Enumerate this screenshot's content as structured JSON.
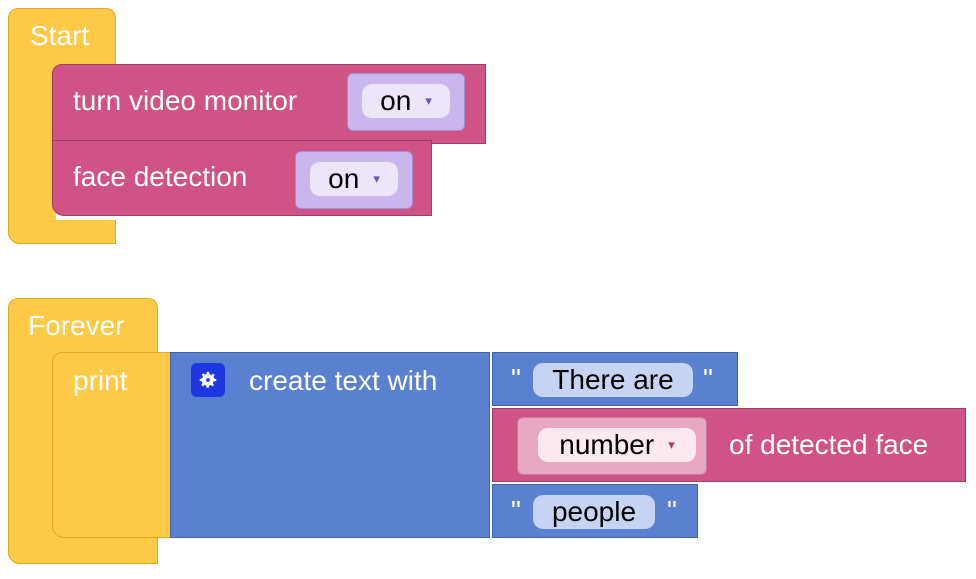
{
  "start_block": {
    "label": "Start",
    "statements": [
      {
        "label": "turn video monitor",
        "dropdown": {
          "value": "on",
          "arrow": "▾"
        }
      },
      {
        "label": "face detection",
        "dropdown": {
          "value": "on",
          "arrow": "▾"
        }
      }
    ]
  },
  "forever_block": {
    "label": "Forever",
    "print": {
      "label": "print",
      "create_text": {
        "label": "create text with",
        "gear_icon": "gear-icon",
        "items": [
          {
            "type": "text",
            "open_quote": "\"",
            "value": "There are",
            "close_quote": "\""
          },
          {
            "type": "number",
            "dropdown": {
              "value": "number",
              "arrow": "▾"
            },
            "suffix": "of detected face"
          },
          {
            "type": "text",
            "open_quote": "\"",
            "value": "people",
            "close_quote": "\""
          }
        ]
      }
    }
  },
  "colors": {
    "event_yellow": "#ffca47",
    "action_pink": "#cf5384",
    "dropdown_purple": "#c8b6ec",
    "text_blue": "#5b80cf",
    "gear_button": "#1f36e0"
  }
}
